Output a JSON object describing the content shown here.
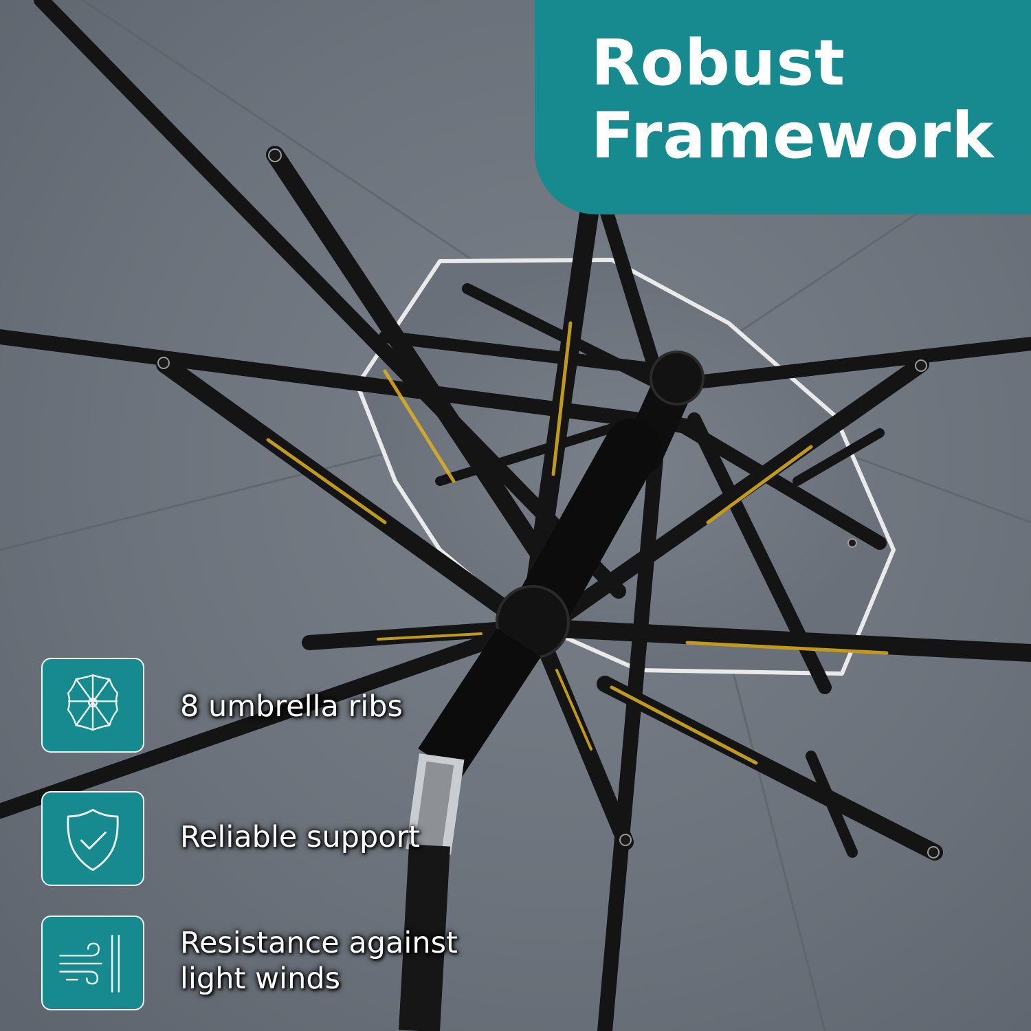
{
  "title": {
    "line1": "Robust",
    "line2": "Framework"
  },
  "features": [
    {
      "icon": "umbrella-ribs-icon",
      "label": "8 umbrella ribs"
    },
    {
      "icon": "shield-check-icon",
      "label": "Reliable support"
    },
    {
      "icon": "wind-icon",
      "label_line1": "Resistance against",
      "label_line2": "light winds"
    }
  ],
  "colors": {
    "accent_teal": "#178a8f",
    "canopy_gray": "#6d737c",
    "frame_black": "#141414",
    "rib_highlight": "#e0b21c",
    "text_white": "#ffffff"
  }
}
